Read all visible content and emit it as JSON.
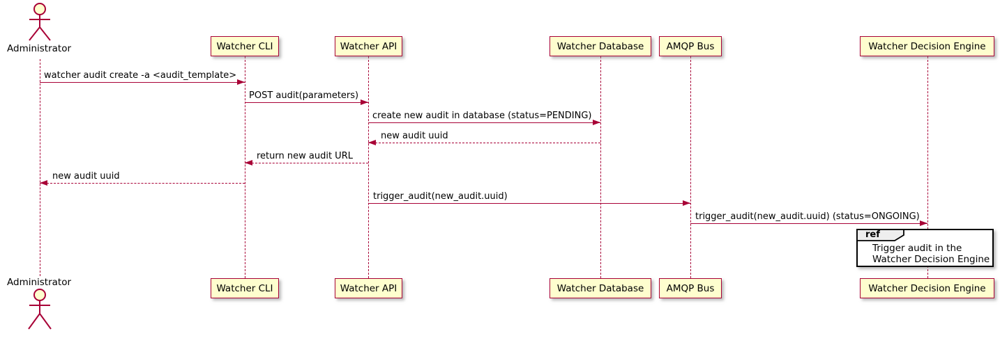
{
  "actor": {
    "label": "Administrator"
  },
  "participants": [
    {
      "label": "Watcher CLI"
    },
    {
      "label": "Watcher API"
    },
    {
      "label": "Watcher Database"
    },
    {
      "label": "AMQP Bus"
    },
    {
      "label": "Watcher Decision Engine"
    }
  ],
  "messages": [
    {
      "text": "watcher audit create -a <audit_template>",
      "from": "Administrator",
      "to": "Watcher CLI",
      "line": "solid"
    },
    {
      "text": "POST audit(parameters)",
      "from": "Watcher CLI",
      "to": "Watcher API",
      "line": "solid"
    },
    {
      "text": "create new audit in database (status=PENDING)",
      "from": "Watcher API",
      "to": "Watcher Database",
      "line": "solid"
    },
    {
      "text": "new audit uuid",
      "from": "Watcher Database",
      "to": "Watcher API",
      "line": "dashed"
    },
    {
      "text": "return new audit URL",
      "from": "Watcher API",
      "to": "Watcher CLI",
      "line": "dashed"
    },
    {
      "text": "new audit uuid",
      "from": "Watcher CLI",
      "to": "Administrator",
      "line": "dashed"
    },
    {
      "text": "trigger_audit(new_audit.uuid)",
      "from": "Watcher API",
      "to": "AMQP Bus",
      "line": "solid"
    },
    {
      "text": "trigger_audit(new_audit.uuid) (status=ONGOING)",
      "from": "AMQP Bus",
      "to": "Watcher Decision Engine",
      "line": "solid"
    }
  ],
  "ref": {
    "keyword": "ref",
    "line1": "Trigger audit in the",
    "line2": "Watcher Decision Engine"
  },
  "colors": {
    "participant_fill": "#FEFECE",
    "line": "#A80036",
    "text": "#000000",
    "ref_border": "#000000",
    "ref_header_fill": "#EEEEEE",
    "background": "#FFFFFF"
  }
}
